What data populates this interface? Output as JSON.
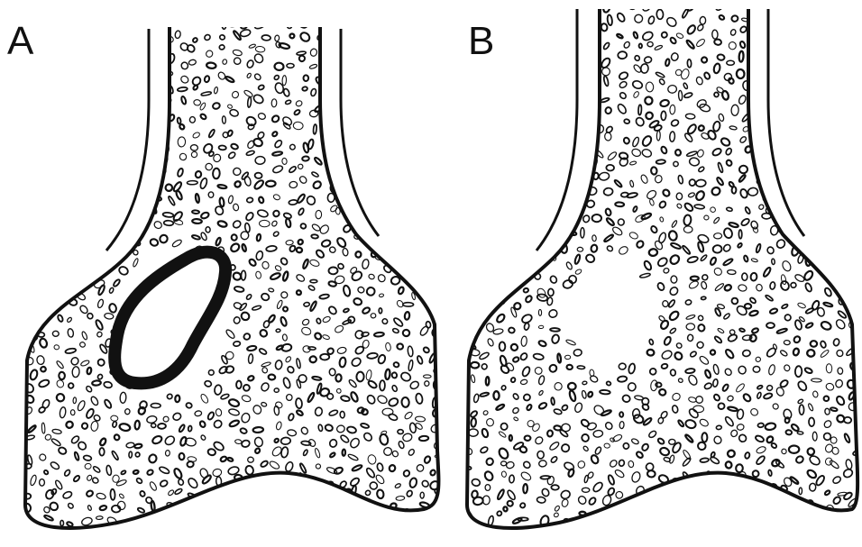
{
  "panels": [
    {
      "label": "A",
      "lesion": "sclerotic-rim"
    },
    {
      "label": "B",
      "lesion": "ill-defined-margin"
    }
  ],
  "colors": {
    "ink": "#111111",
    "background": "#ffffff"
  }
}
